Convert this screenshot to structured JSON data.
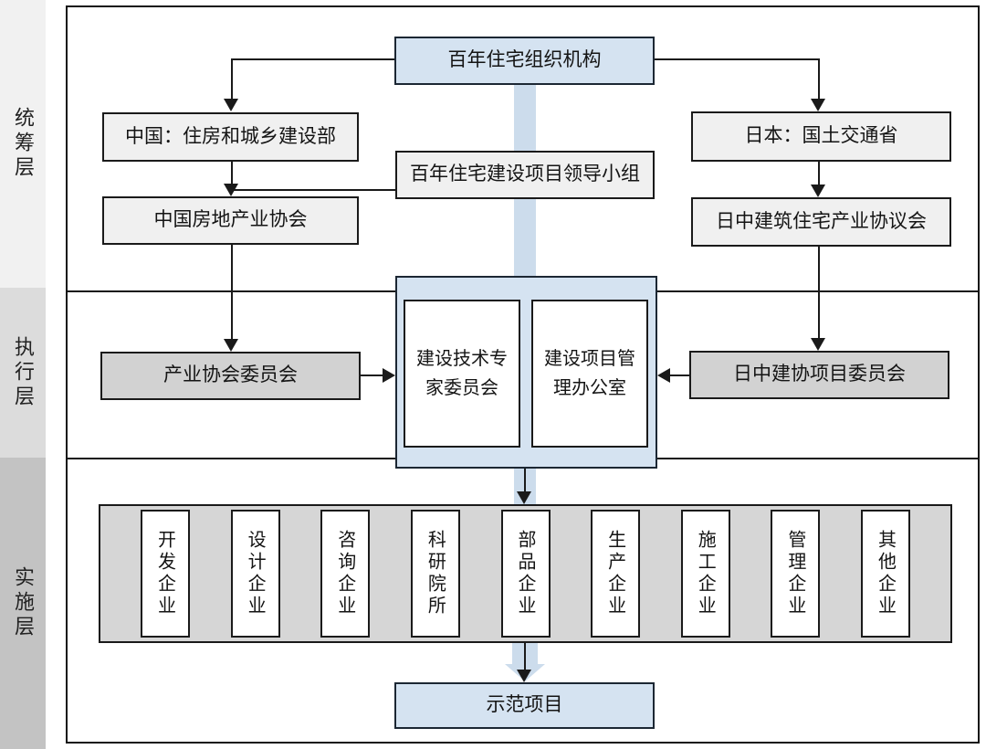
{
  "palette": {
    "accent_blue_fill": "#d5e3f1",
    "spine_blue": "#ccdcec",
    "box_gray_light": "#f0f0f0",
    "box_gray_mid": "#d2d2d2",
    "impl_band_gray": "#d6d6d6",
    "sidebar_layer1": "#f1f1f1",
    "sidebar_layer2": "#dcdcdc",
    "sidebar_layer3": "#c3c3c3",
    "line_color": "#1a1a1a"
  },
  "sidebar": {
    "layers": [
      {
        "label": "统筹层"
      },
      {
        "label": "执行层"
      },
      {
        "label": "实施层"
      }
    ]
  },
  "chart": {
    "root": "百年住宅组织机构",
    "leading_group": "百年住宅建设项目领导小组",
    "china_ministry": "中国：住房和城乡建设部",
    "china_association": "中国房地产业协会",
    "japan_ministry": "日本：国土交通省",
    "japan_council": "日中建筑住宅产业协议会",
    "industry_committee": "产业协会委员会",
    "japan_committee": "日中建协项目委员会",
    "expert_committee": "建设技术专家委员会",
    "management_office": "建设项目管理办公室",
    "enterprises": [
      "开发企业",
      "设计企业",
      "咨询企业",
      "科研院所",
      "部品企业",
      "生产企业",
      "施工企业",
      "管理企业",
      "其他企业"
    ],
    "demo_project": "示范项目"
  }
}
